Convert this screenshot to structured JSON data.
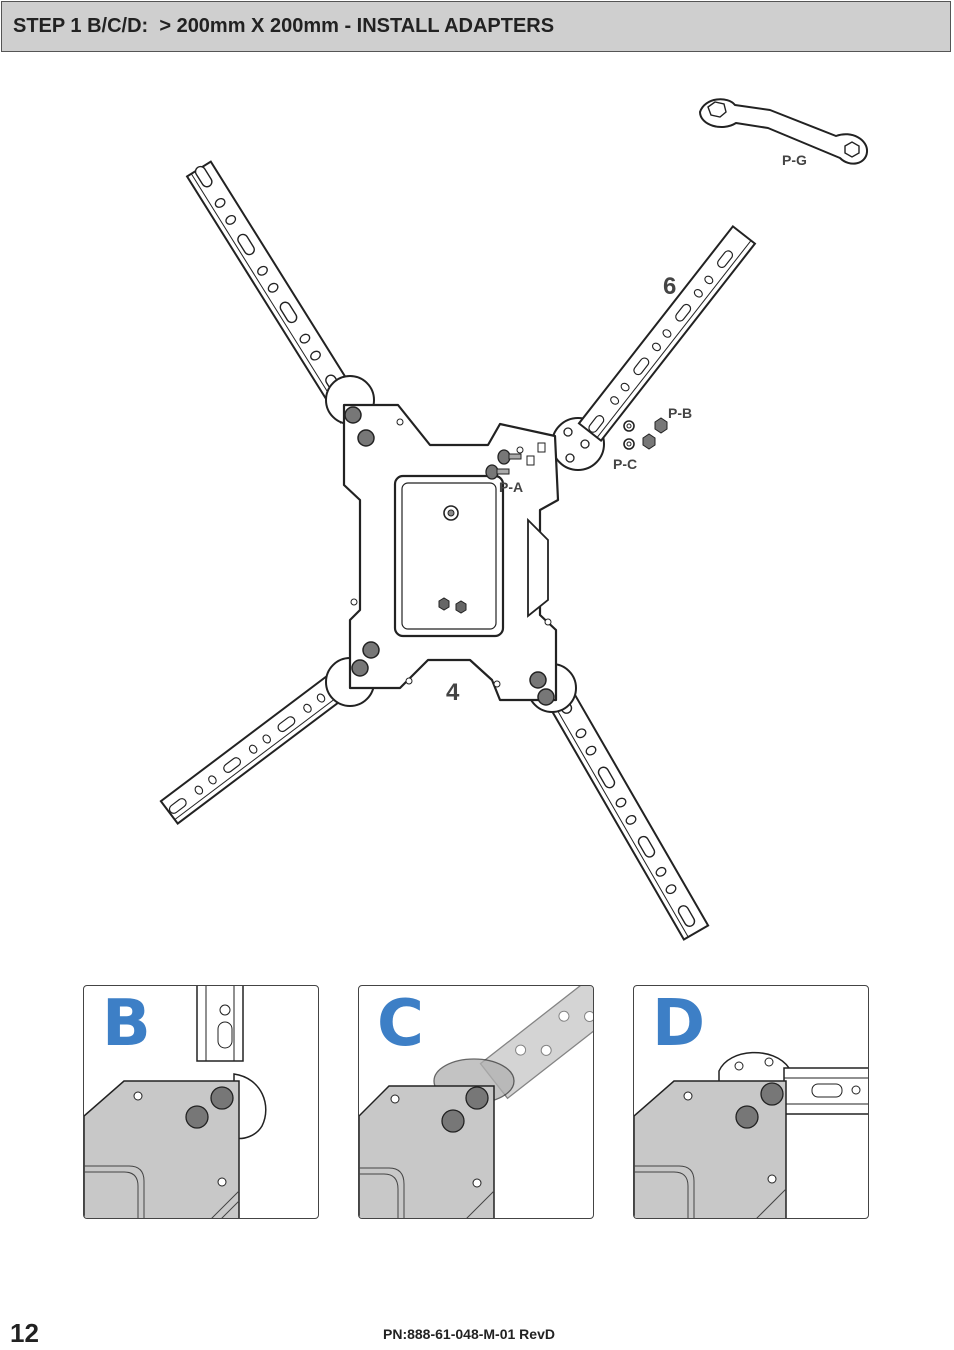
{
  "header": {
    "title": "STEP 1 B/C/D:  > 200mm X 200mm - INSTALL ADAPTERS"
  },
  "diagram": {
    "labels": {
      "wrench": "P-G",
      "bolt": "P-A",
      "nut": "P-B",
      "washer": "P-C",
      "plate_number": "4",
      "arm_number": "6"
    }
  },
  "details": [
    {
      "letter": "B"
    },
    {
      "letter": "C"
    },
    {
      "letter": "D"
    }
  ],
  "footer": {
    "page_number": "12",
    "part_number": "PN:888-61-048-M-01 RevD"
  },
  "colors": {
    "detail_letter": "#3d7fc6",
    "plate_fill": "#c8c8c8",
    "header_bg": "#cfcfcf"
  }
}
